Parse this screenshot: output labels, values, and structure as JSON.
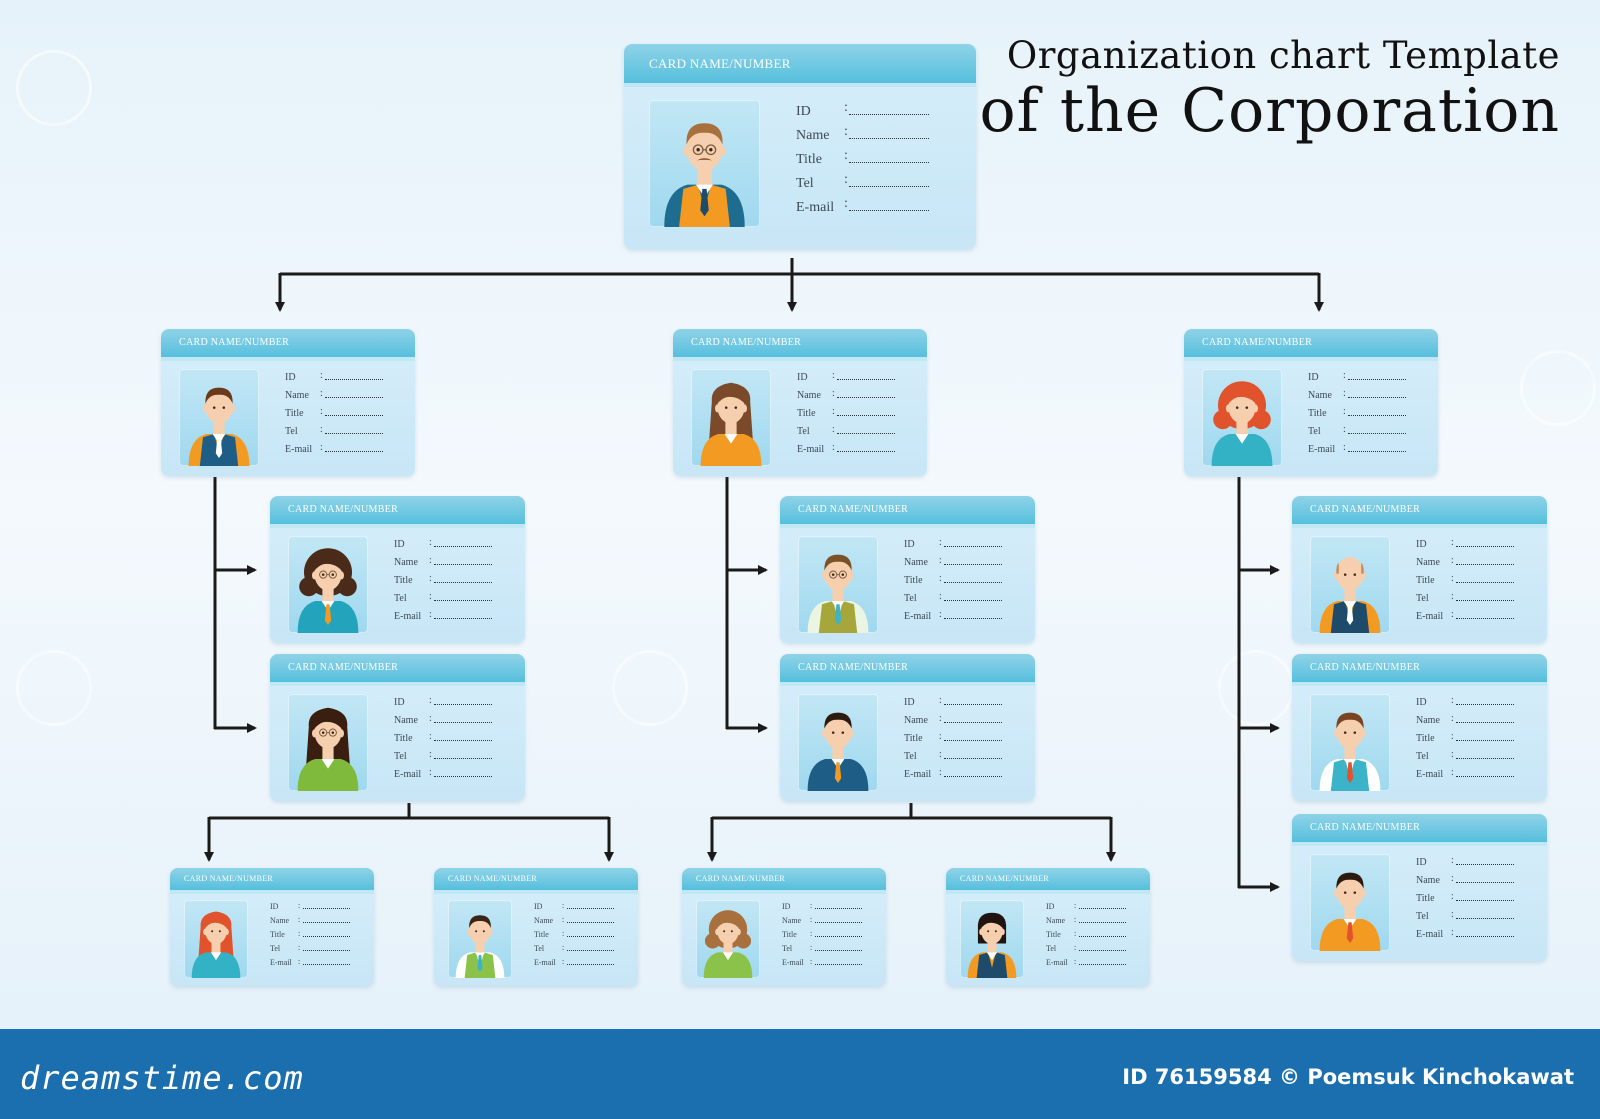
{
  "title": {
    "line1": "Organization chart Template",
    "line2": "of the Corporation"
  },
  "card_template": {
    "header": "CARD NAME/NUMBER",
    "fields": [
      "ID",
      "Name",
      "Title",
      "Tel",
      "E-mail"
    ]
  },
  "cards": [
    {
      "id": "ceo",
      "avatar": "man-glasses-mustache-orange-vest"
    },
    {
      "id": "manager-left",
      "avatar": "man-blue-vest"
    },
    {
      "id": "manager-center",
      "avatar": "woman-orange-top"
    },
    {
      "id": "manager-right",
      "avatar": "woman-red-curly-hair"
    },
    {
      "id": "left-staff-1",
      "avatar": "woman-glasses-curly-hair"
    },
    {
      "id": "left-staff-2",
      "avatar": "woman-long-hair-green-top"
    },
    {
      "id": "center-staff-1",
      "avatar": "man-glasses-olive-vest"
    },
    {
      "id": "center-staff-2",
      "avatar": "man-blue-suit"
    },
    {
      "id": "right-staff-1",
      "avatar": "bald-man-blue-vest"
    },
    {
      "id": "right-staff-2",
      "avatar": "man-teal-vest-red-tie"
    },
    {
      "id": "right-staff-3",
      "avatar": "man-orange-jacket"
    },
    {
      "id": "bottom-1",
      "avatar": "woman-red-hair-teal-top"
    },
    {
      "id": "bottom-2",
      "avatar": "man-green-vest"
    },
    {
      "id": "bottom-3",
      "avatar": "woman-curly-hair-green-top"
    },
    {
      "id": "bottom-4",
      "avatar": "woman-bob-hair-orange-top"
    }
  ],
  "footer": {
    "logo": "dreamstime.com",
    "credit": "ID 76159584 © Poemsuk Kinchokawat"
  },
  "colors": {
    "background": "#eaf4fb",
    "card_body": "#cde9f7",
    "card_header": "#5fc3df",
    "connector": "#1a1a1a",
    "footer": "#1c6fae"
  }
}
